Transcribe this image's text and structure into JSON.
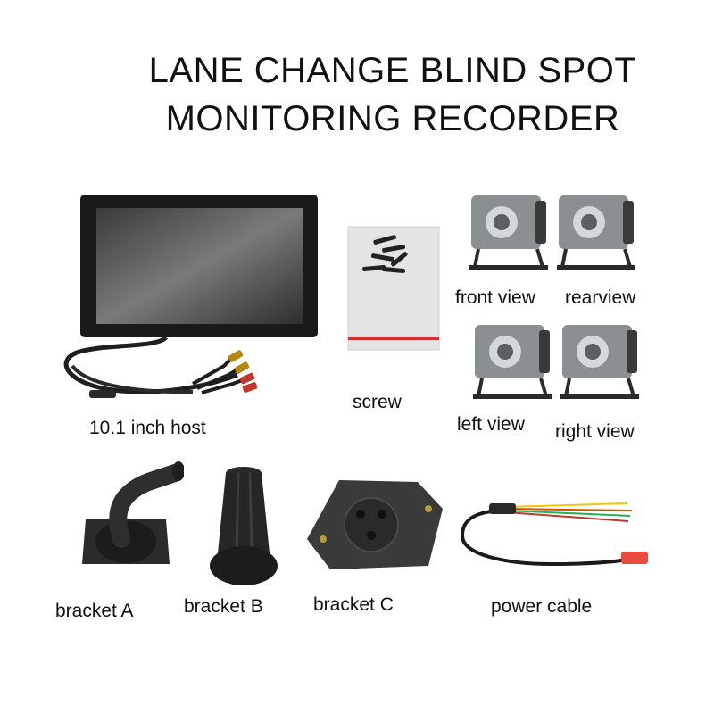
{
  "title": {
    "line1": "LANE CHANGE BLIND SPOT",
    "line2": "MONITORING RECORDER"
  },
  "items": [
    {
      "label": "10.1 inch host",
      "icon": "monitor-icon"
    },
    {
      "label": "screw",
      "icon": "screw-bag-icon"
    },
    {
      "label": "front view",
      "icon": "camera-icon"
    },
    {
      "label": "rearview",
      "icon": "camera-icon"
    },
    {
      "label": "left view",
      "icon": "camera-icon"
    },
    {
      "label": "right view",
      "icon": "camera-icon"
    },
    {
      "label": "bracket A",
      "icon": "bracket-a-icon"
    },
    {
      "label": "bracket B",
      "icon": "bracket-b-icon"
    },
    {
      "label": "bracket C",
      "icon": "bracket-c-icon"
    },
    {
      "label": "power cable",
      "icon": "power-cable-icon"
    }
  ]
}
